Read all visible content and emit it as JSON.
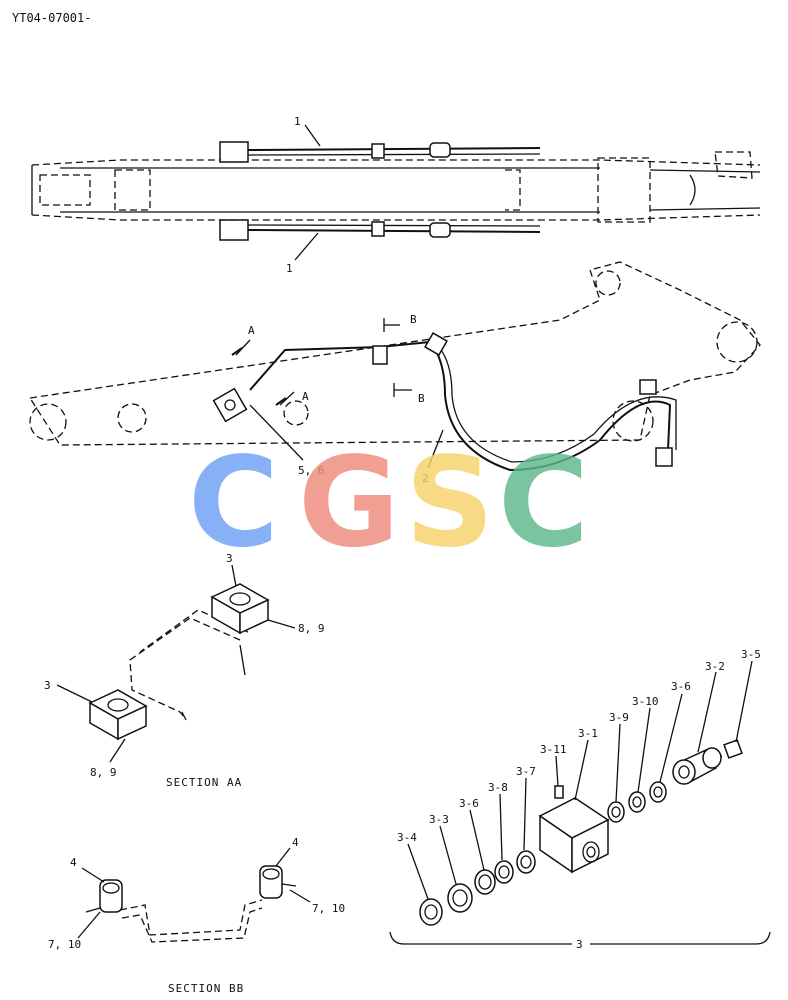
{
  "drawing_number": "YT04-07001-",
  "watermark": {
    "letters": [
      {
        "char": "C",
        "color": "#6e9ff6"
      },
      {
        "char": "G",
        "color": "#f08a7c"
      },
      {
        "char": "S",
        "color": "#f8d36a"
      },
      {
        "char": "C",
        "color": "#5db88a"
      }
    ]
  },
  "top_view": {
    "callouts": [
      "1",
      "1"
    ]
  },
  "side_view": {
    "section_markers": [
      "A",
      "A",
      "B",
      "B"
    ],
    "callouts": [
      "5, 6",
      "2"
    ]
  },
  "section_aa": {
    "title": "SECTION AA",
    "callouts": [
      "3",
      "8, 9",
      "3",
      "8, 9"
    ]
  },
  "section_bb": {
    "title": "SECTION BB",
    "callouts": [
      "4",
      "4",
      "7, 10",
      "7, 10"
    ]
  },
  "exploded_block": {
    "group_label": "3",
    "callouts": [
      "3-5",
      "3-2",
      "3-6",
      "3-10",
      "3-9",
      "3-1",
      "3-11",
      "3-7",
      "3-8",
      "3-6",
      "3-3",
      "3-4"
    ]
  }
}
